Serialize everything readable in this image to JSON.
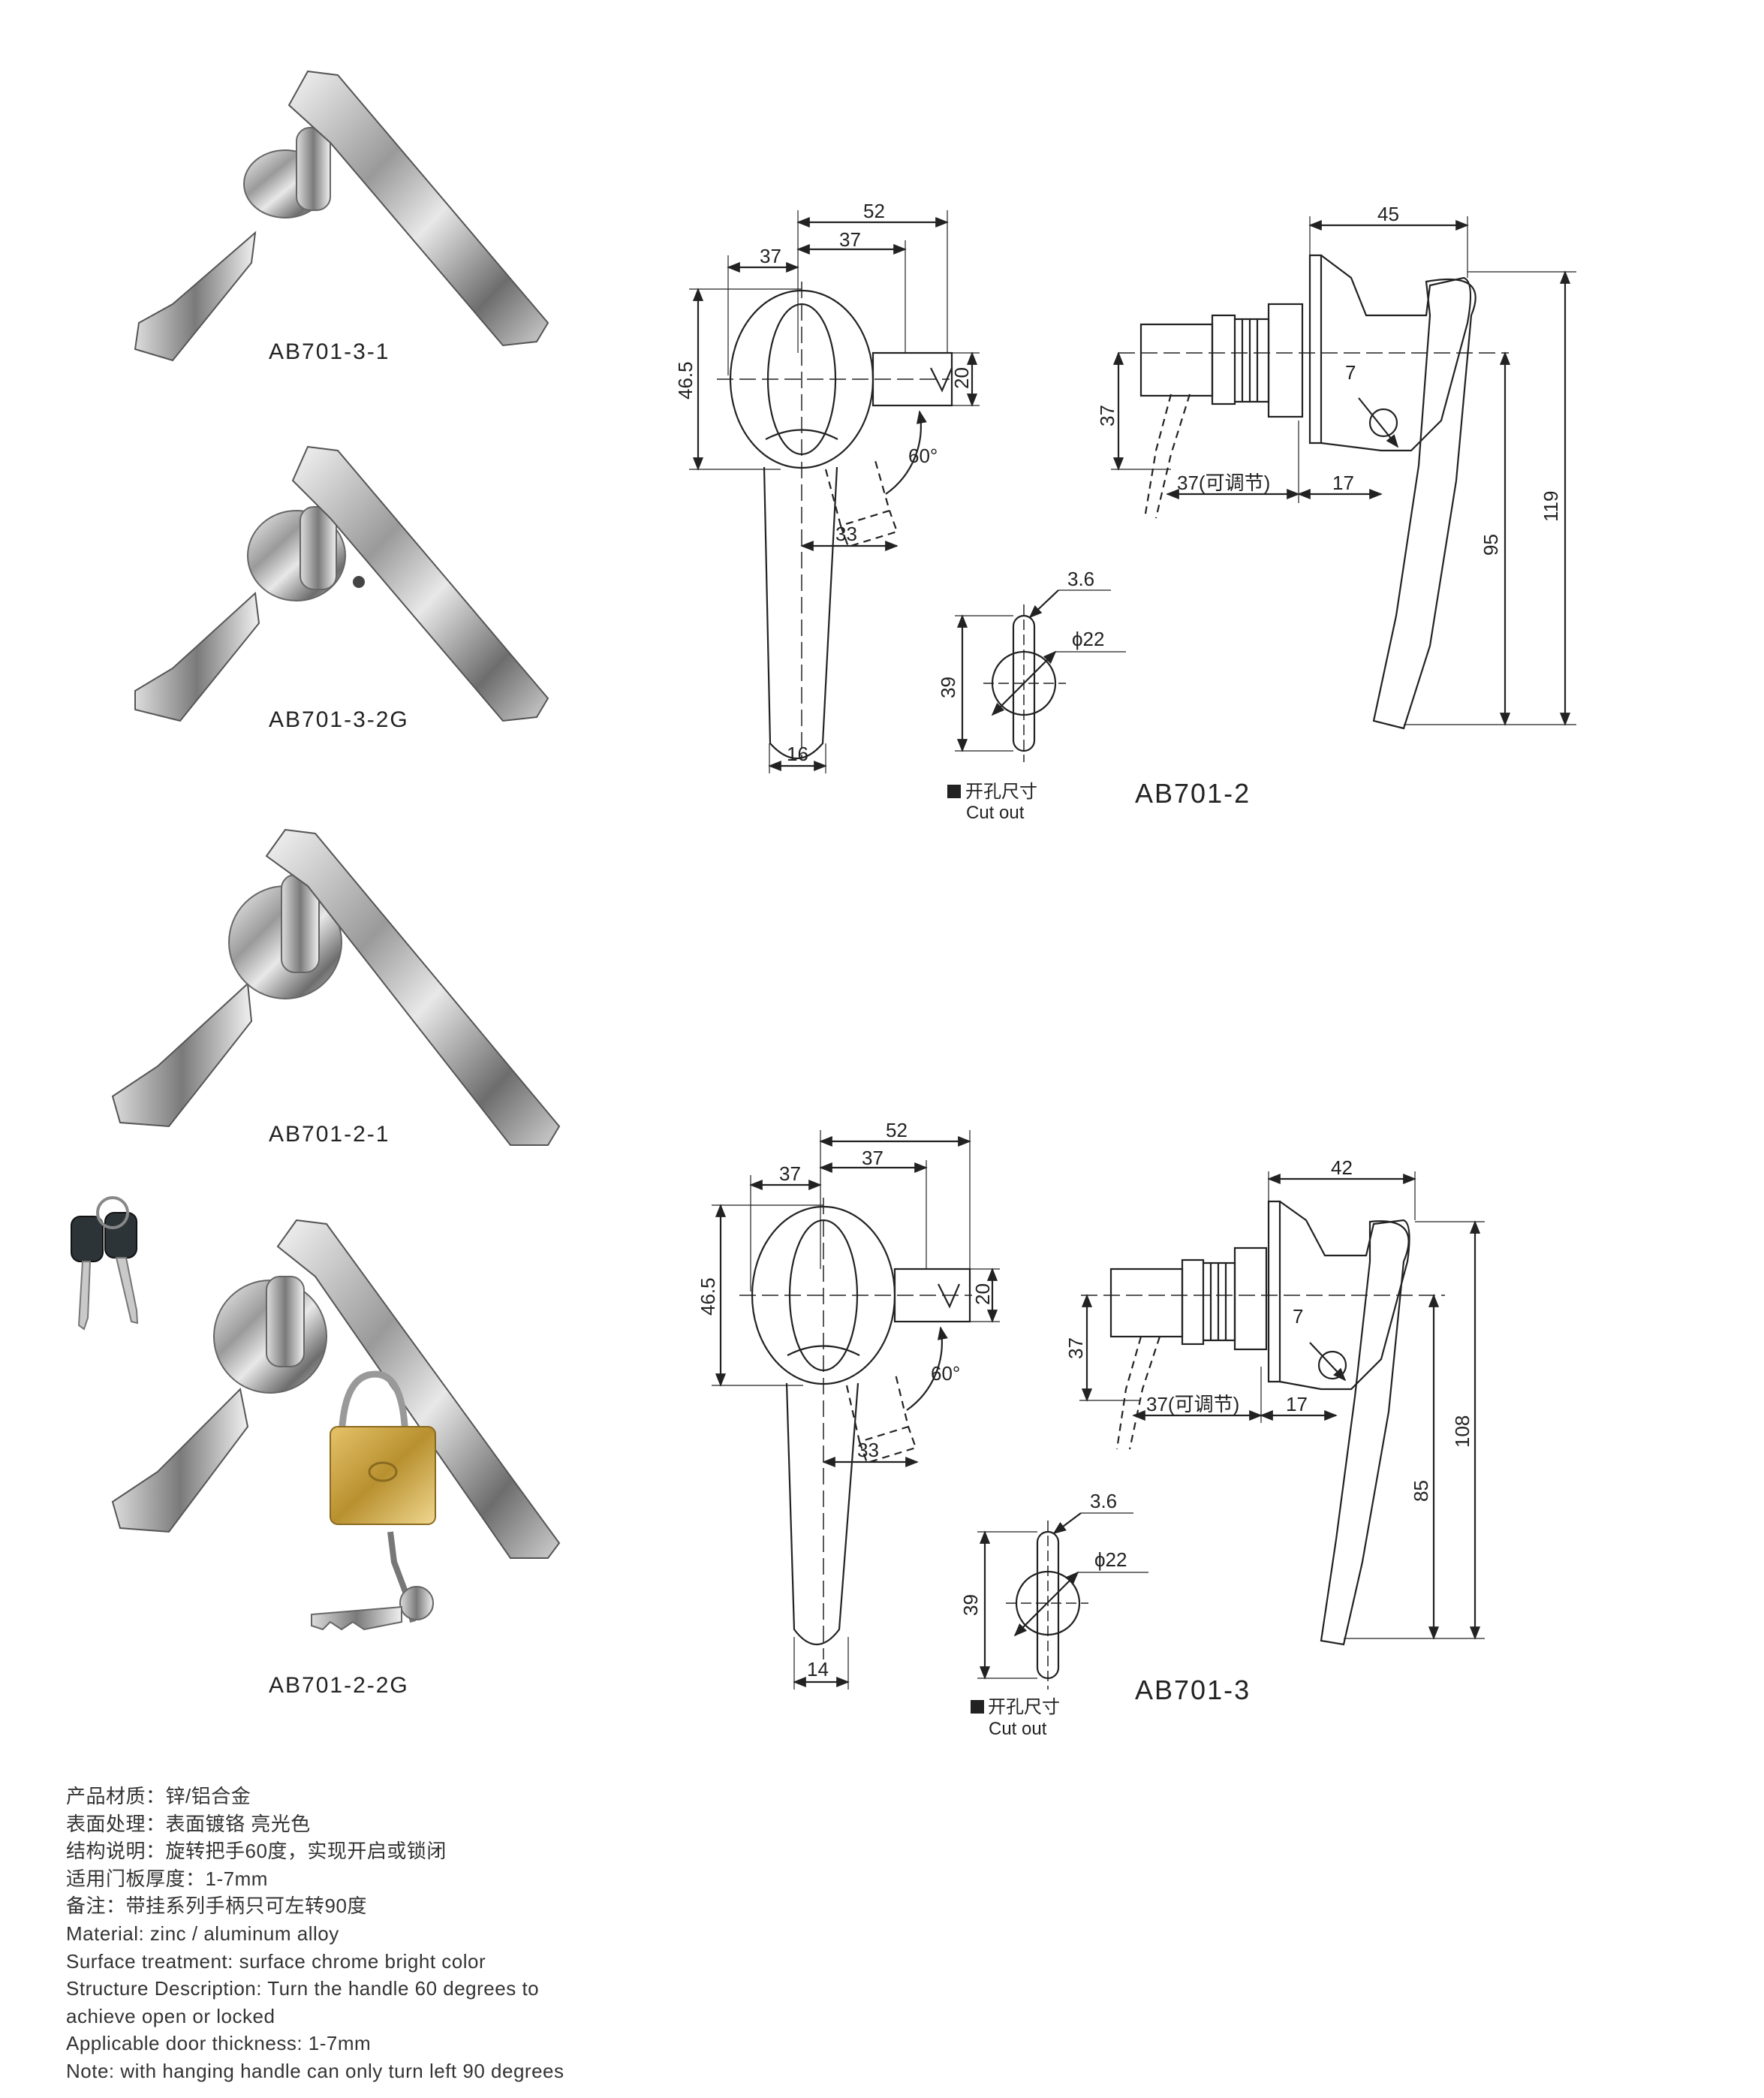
{
  "products": [
    {
      "code": "AB701-3-1"
    },
    {
      "code": "AB701-3-2G"
    },
    {
      "code": "AB701-2-1"
    },
    {
      "code": "AB701-2-2G"
    }
  ],
  "drawings": [
    {
      "model": "AB701-2",
      "front": {
        "w_total": "52",
        "w_left": "37",
        "w_right": "37",
        "height": "46.5",
        "tongue": "20",
        "angle": "60°",
        "offset": "33",
        "bottom_w": "16"
      },
      "side": {
        "depth": "45",
        "adjust": "37(可调节)",
        "thread_h": "37",
        "hole": "7",
        "gap": "17",
        "h_inner": "95",
        "h_total": "119"
      },
      "cutout": {
        "slot": "3.6",
        "dia": "ϕ22",
        "height": "39",
        "label_cn": "开孔尺寸",
        "label_en": "Cut out"
      }
    },
    {
      "model": "AB701-3",
      "front": {
        "w_total": "52",
        "w_left": "37",
        "w_right": "37",
        "height": "46.5",
        "tongue": "20",
        "angle": "60°",
        "offset": "33",
        "bottom_w": "14"
      },
      "side": {
        "depth": "42",
        "adjust": "37(可调节)",
        "thread_h": "37",
        "hole": "7",
        "gap": "17",
        "h_inner": "85",
        "h_total": "108"
      },
      "cutout": {
        "slot": "3.6",
        "dia": "ϕ22",
        "height": "39",
        "label_cn": "开孔尺寸",
        "label_en": "Cut out"
      }
    }
  ],
  "specs": [
    "产品材质：锌/铝合金",
    "表面处理：表面镀铬 亮光色",
    "结构说明：旋转把手60度，实现开启或锁闭",
    "适用门板厚度：1-7mm",
    "备注：带挂系列手柄只可左转90度",
    "Material: zinc / aluminum alloy",
    "Surface treatment: surface chrome bright color",
    "Structure Description: Turn the handle 60 degrees to",
    "achieve open or locked",
    "Applicable door thickness: 1-7mm",
    "Note: with hanging handle can only turn left 90 degrees"
  ]
}
